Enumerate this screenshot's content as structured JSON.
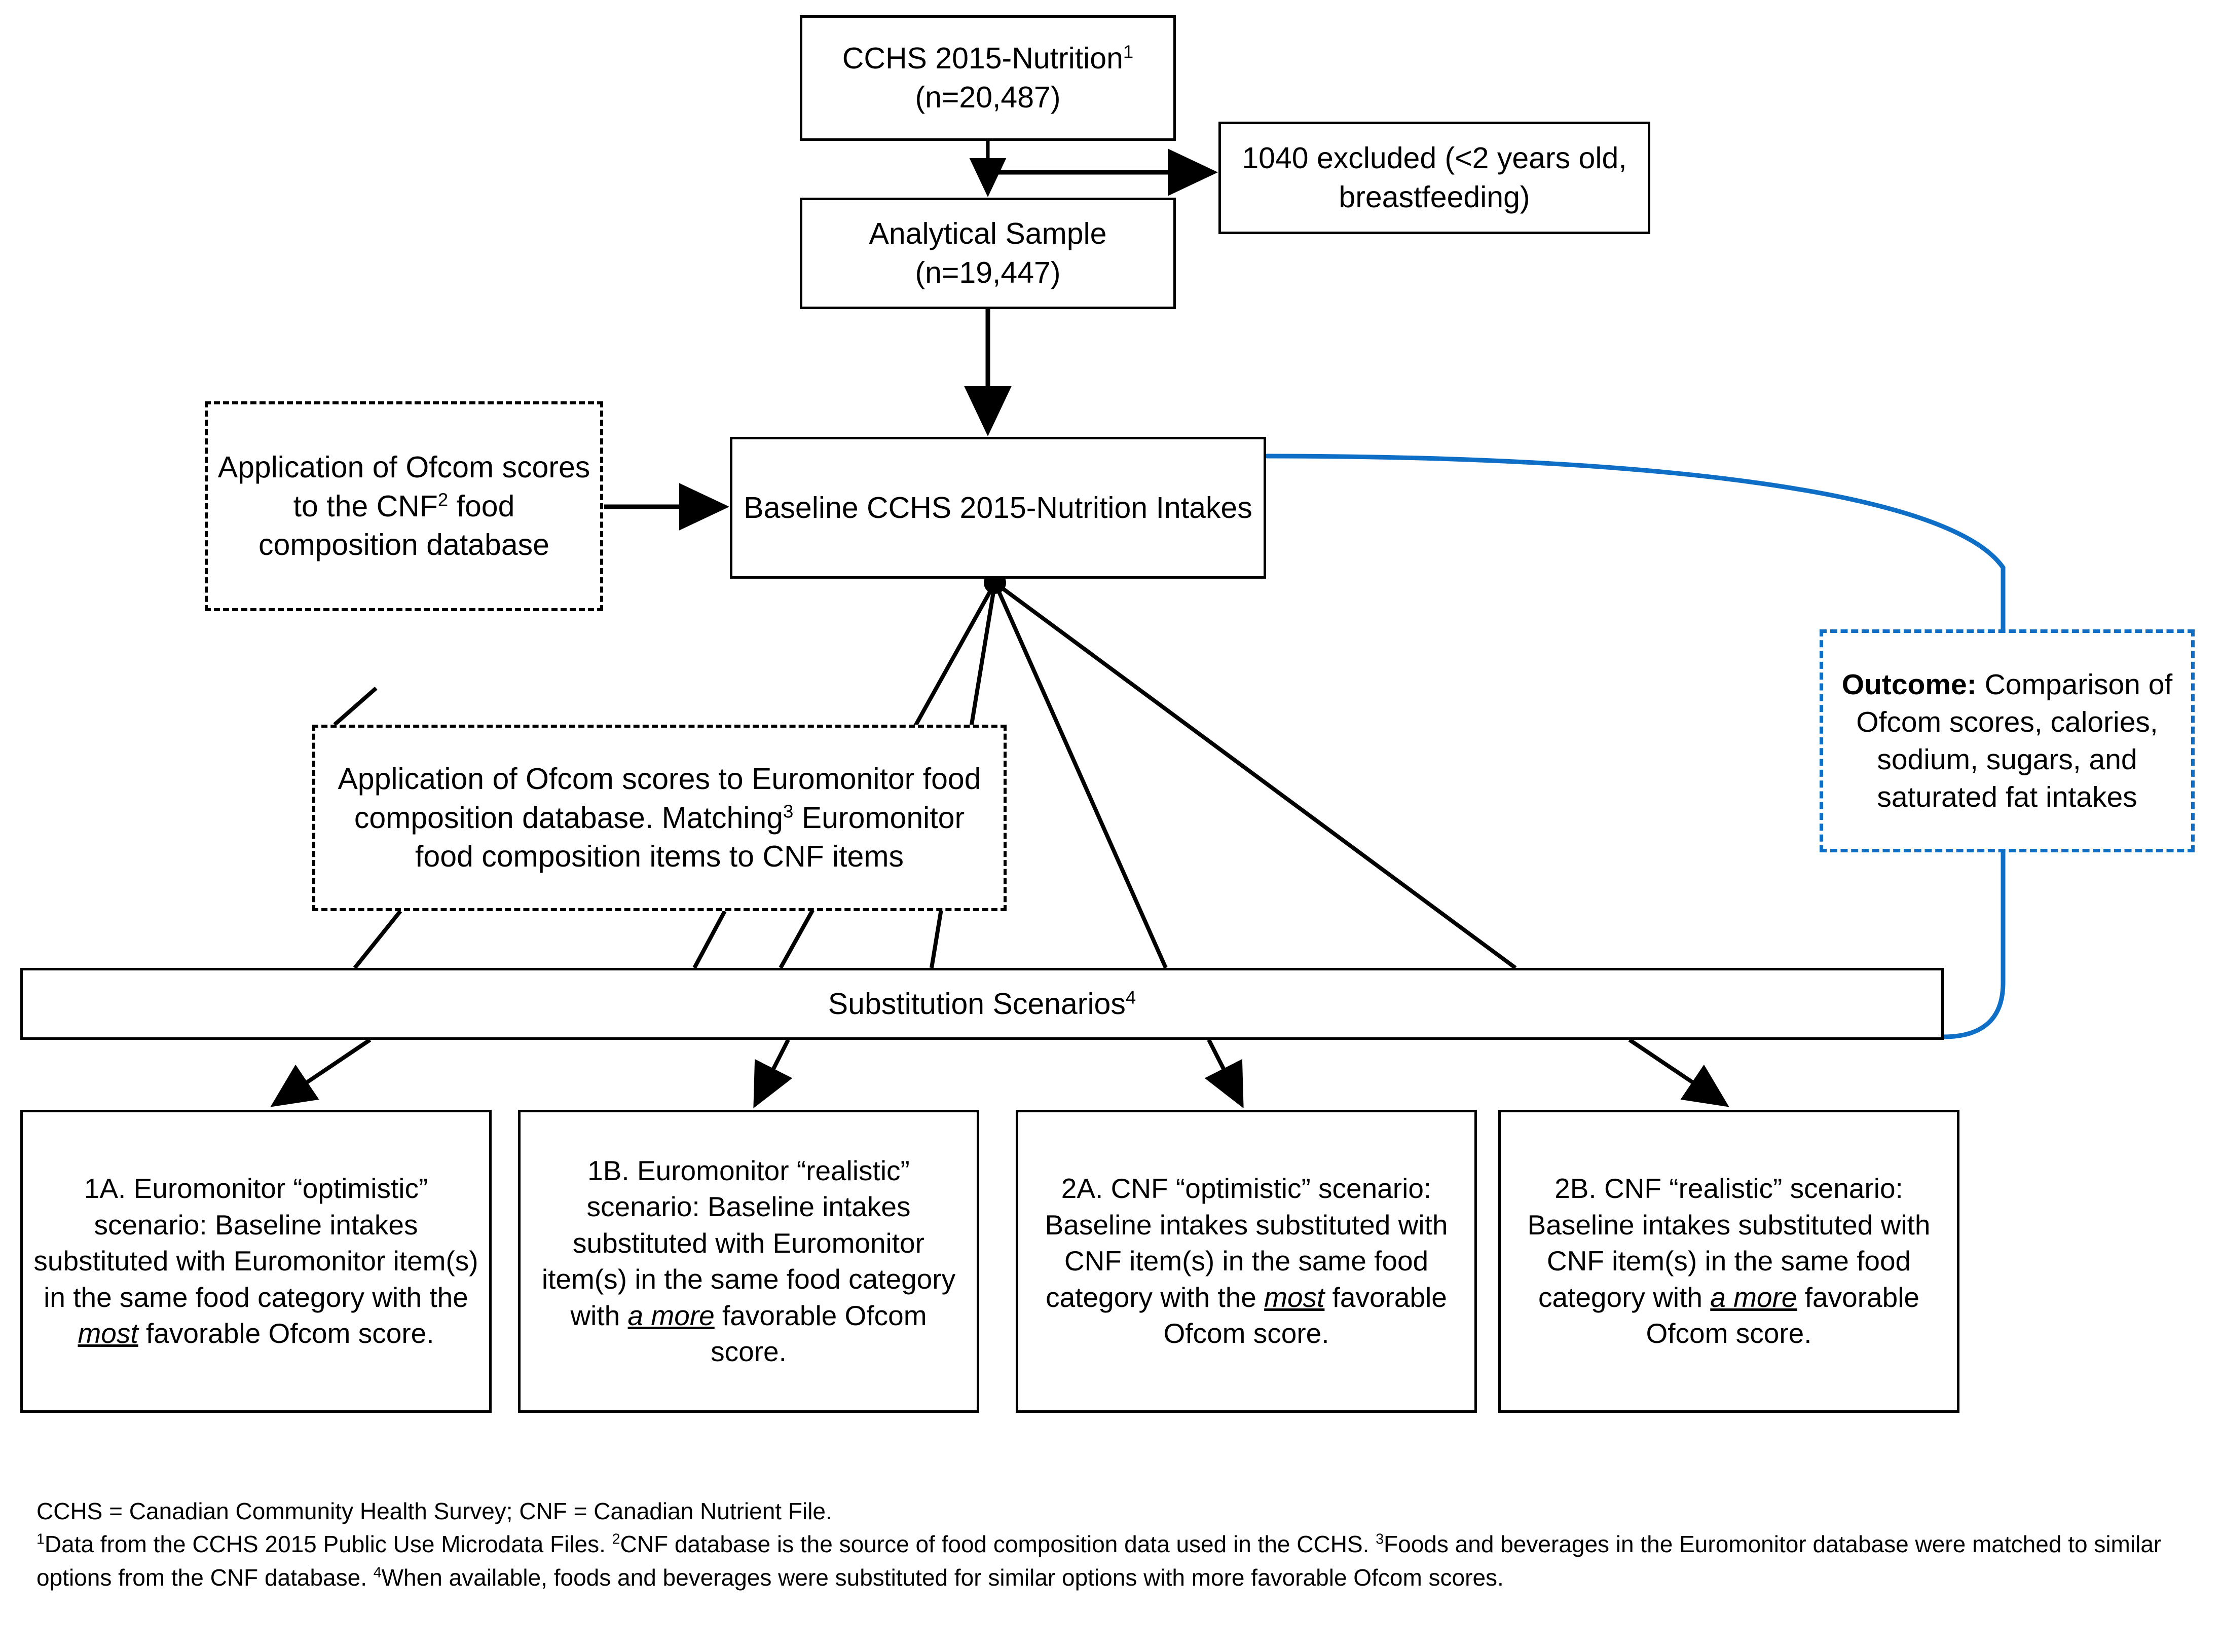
{
  "figure": {
    "type": "flowchart",
    "title": "Study flow diagram of CCHS 2015-Nutrition substitution scenario analysis",
    "colors": {
      "outline": "#000000",
      "outcome_accent": "#0F6FC6",
      "background": "#FFFFFF"
    }
  },
  "nodes": {
    "cchs": {
      "label": "CCHS 2015-Nutrition",
      "superscript": "1",
      "line2": "(n=20,487)",
      "style": "solid"
    },
    "excluded": {
      "label": "1040 excluded (<2 years old, breastfeeding)",
      "style": "solid"
    },
    "analytical": {
      "label": "Analytical Sample",
      "line2": "(n=19,447)",
      "style": "solid"
    },
    "ofcom_cnf": {
      "label": "Application of Ofcom scores to the CNF",
      "superscript": "2",
      "label_tail": " food composition database",
      "style": "dashed"
    },
    "baseline": {
      "label": "Baseline CCHS 2015-Nutrition Intakes",
      "style": "solid"
    },
    "euromonitor": {
      "part1": "Application of Ofcom scores to Euromonitor food composition database. Matching",
      "superscript": "3",
      "part2": " Euromonitor food composition items to CNF items",
      "style": "dashed"
    },
    "outcome": {
      "bold_label": "Outcome:",
      "label": " Comparison of Ofcom scores, calories, sodium, sugars, and saturated fat intakes",
      "style": "dashed-blue"
    },
    "substitution": {
      "label": "Substitution Scenarios",
      "superscript": "4",
      "style": "solid"
    }
  },
  "scenarios": [
    {
      "id": "1A",
      "pre": "1A. Euromonitor “optimistic” scenario: Baseline intakes substituted with Euromonitor item(s) in the same food category with the ",
      "emphasis": "most",
      "post": " favorable Ofcom score."
    },
    {
      "id": "1B",
      "pre": "1B. Euromonitor “realistic” scenario: Baseline intakes substituted with Euromonitor item(s) in the same food category with ",
      "emphasis": "a more",
      "post": " favorable Ofcom score."
    },
    {
      "id": "2A",
      "pre": "2A. CNF “optimistic” scenario: Baseline intakes substituted with CNF item(s) in the same food category with the ",
      "emphasis": "most",
      "post": " favorable Ofcom score."
    },
    {
      "id": "2B",
      "pre": "2B. CNF “realistic” scenario: Baseline intakes substituted with CNF item(s) in the same food category with ",
      "emphasis": "a more",
      "post": " favorable Ofcom score."
    }
  ],
  "footnotes": {
    "abbreviations": "CCHS = Canadian Community Health Survey; CNF = Canadian Nutrient File.",
    "note1_sup": "1",
    "note1": "Data from the CCHS 2015 Public Use Microdata Files. ",
    "note2_sup": "2",
    "note2": "CNF database is the source of food composition data used in the CCHS. ",
    "note3_sup": "3",
    "note3": "Foods and beverages in the Euromonitor database were matched to similar options from the CNF database. ",
    "note4_sup": "4",
    "note4": "When available, foods and beverages were substituted for similar options with more favorable Ofcom scores."
  }
}
